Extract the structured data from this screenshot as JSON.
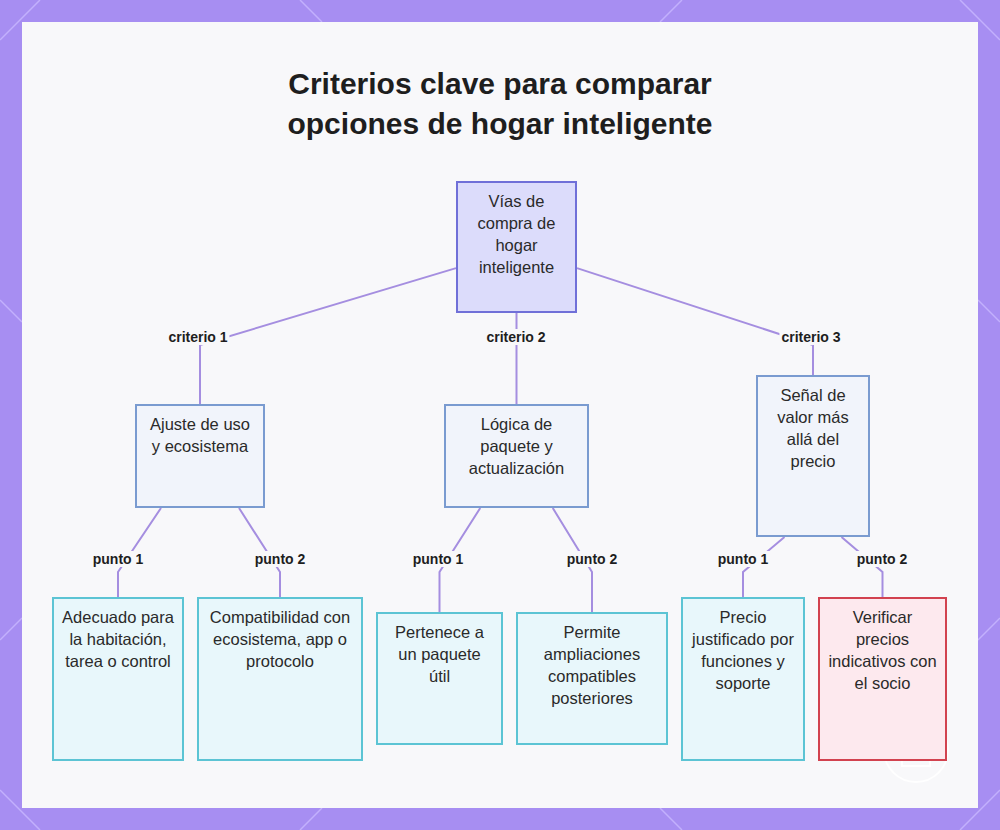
{
  "diagram": {
    "title": "Criterios clave para comparar opciones de hogar inteligente",
    "nodes": [
      {
        "text": [
          "Vías de compra de hogar inteligente"
        ]
      },
      {
        "text": [
          "Ajuste de uso y ecosistema"
        ]
      },
      {
        "text": [
          "Lógica de paquete y actualización"
        ]
      },
      {
        "text": [
          "Señal de valor más allá del precio"
        ]
      },
      {
        "text": [
          "Adecuado para la habitación, tarea o control"
        ]
      },
      {
        "text": [
          "Compatibilidad con ecosistema, app o protocolo"
        ]
      },
      {
        "text": [
          "Pertenece a un paquete útil"
        ]
      },
      {
        "text": [
          "Permite ampliaciones compatibles posteriores"
        ]
      },
      {
        "text": [
          "Precio justificado por funciones y soporte"
        ]
      },
      {
        "text": [
          "Verificar precios indicativos con el socio"
        ]
      }
    ],
    "edges": [
      {
        "from": 0,
        "to": 1,
        "label": "criterio 1",
        "arrow": "none"
      },
      {
        "from": 0,
        "to": 2,
        "label": "criterio 2",
        "arrow": "none"
      },
      {
        "from": 0,
        "to": 3,
        "label": "criterio 3",
        "arrow": "none"
      },
      {
        "from": 1,
        "to": 4,
        "label": "punto 1",
        "arrow": "none"
      },
      {
        "from": 1,
        "to": 5,
        "label": "punto 2",
        "arrow": "none"
      },
      {
        "from": 2,
        "to": 6,
        "label": "punto 1",
        "arrow": "none"
      },
      {
        "from": 2,
        "to": 7,
        "label": "punto 2",
        "arrow": "none"
      },
      {
        "from": 3,
        "to": 8,
        "label": "punto 1",
        "arrow": "none"
      },
      {
        "from": 3,
        "to": 9,
        "label": "punto 2",
        "arrow": "none"
      }
    ]
  }
}
